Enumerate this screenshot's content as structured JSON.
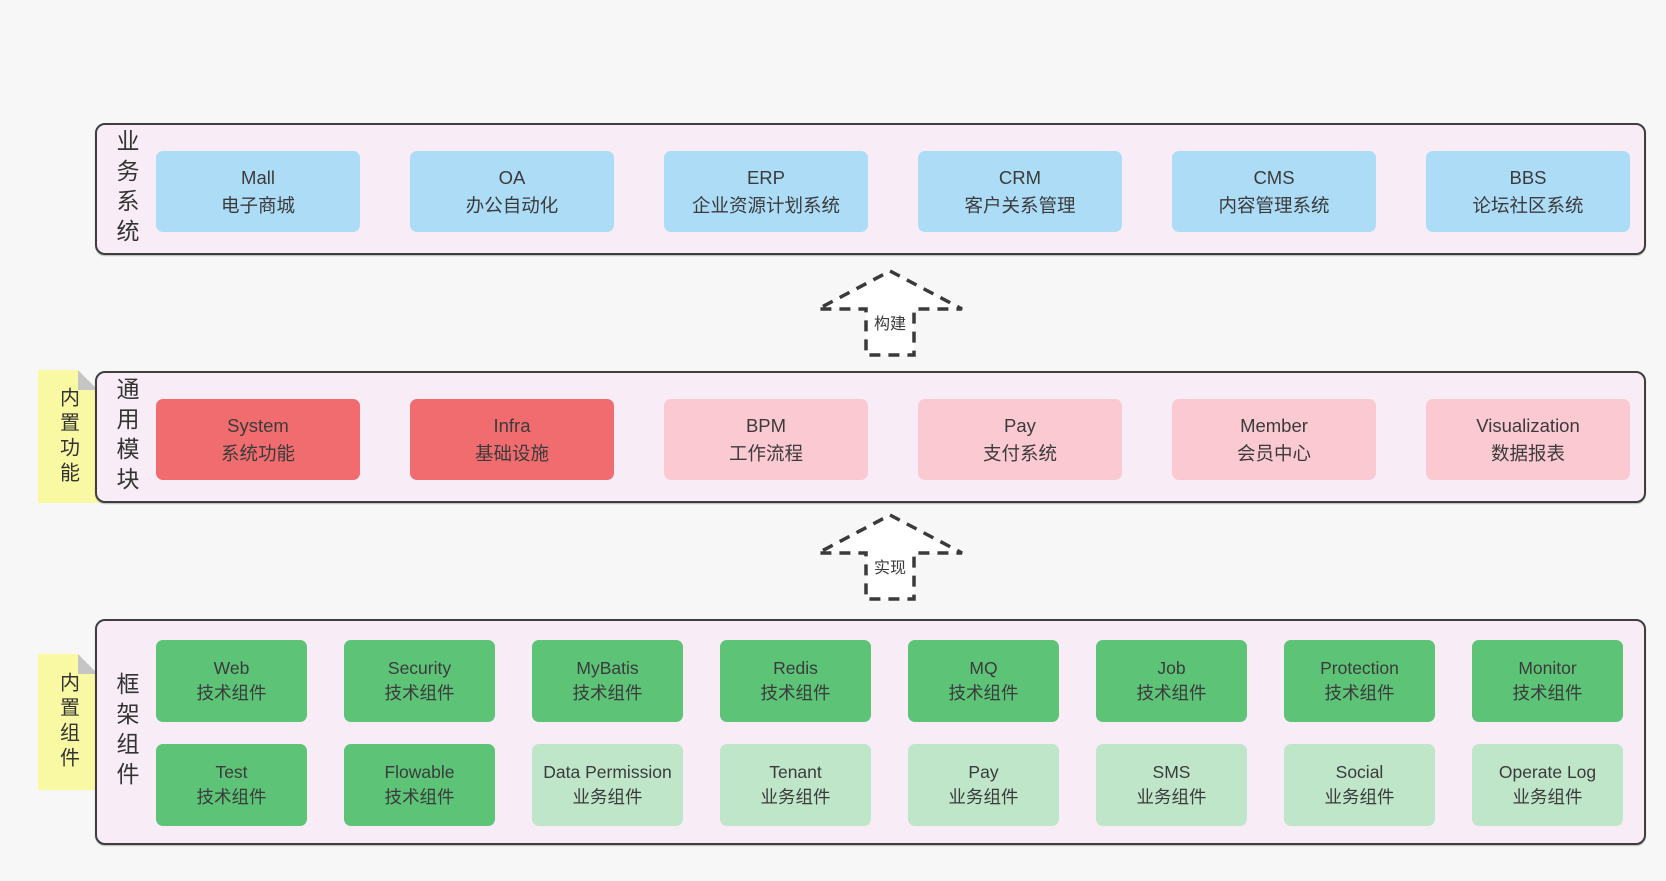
{
  "colors": {
    "page_bg": "#f7f7f7",
    "panel_bg": "#f8edf6",
    "panel_border": "#3e3e3e",
    "box_blue": "#addcf7",
    "box_red": "#f16c6e",
    "box_pink": "#fbc9d2",
    "box_green": "#5cc377",
    "box_light_green": "#bfe6c8",
    "note_yellow": "#faf9a3",
    "text": "#3b3b3b"
  },
  "rows": [
    {
      "label": "业务系统",
      "boxes": [
        {
          "name": "Mall",
          "desc": "电子商城"
        },
        {
          "name": "OA",
          "desc": "办公自动化"
        },
        {
          "name": "ERP",
          "desc": "企业资源计划系统"
        },
        {
          "name": "CRM",
          "desc": "客户关系管理"
        },
        {
          "name": "CMS",
          "desc": "内容管理系统"
        },
        {
          "name": "BBS",
          "desc": "论坛社区系统"
        }
      ]
    },
    {
      "label": "通用模块",
      "note": "内置功能",
      "boxes": [
        {
          "name": "System",
          "desc": "系统功能"
        },
        {
          "name": "Infra",
          "desc": "基础设施"
        },
        {
          "name": "BPM",
          "desc": "工作流程"
        },
        {
          "name": "Pay",
          "desc": "支付系统"
        },
        {
          "name": "Member",
          "desc": "会员中心"
        },
        {
          "name": "Visualization",
          "desc": "数据报表"
        }
      ]
    },
    {
      "label": "框架组件",
      "note": "内置组件",
      "boxes_top": [
        {
          "name": "Web",
          "desc": "技术组件"
        },
        {
          "name": "Security",
          "desc": "技术组件"
        },
        {
          "name": "MyBatis",
          "desc": "技术组件"
        },
        {
          "name": "Redis",
          "desc": "技术组件"
        },
        {
          "name": "MQ",
          "desc": "技术组件"
        },
        {
          "name": "Job",
          "desc": "技术组件"
        },
        {
          "name": "Protection",
          "desc": "技术组件"
        },
        {
          "name": "Monitor",
          "desc": "技术组件"
        }
      ],
      "boxes_bottom": [
        {
          "name": "Test",
          "desc": "技术组件"
        },
        {
          "name": "Flowable",
          "desc": "技术组件"
        },
        {
          "name": "Data Permission",
          "desc": "业务组件"
        },
        {
          "name": "Tenant",
          "desc": "业务组件"
        },
        {
          "name": "Pay",
          "desc": "业务组件"
        },
        {
          "name": "SMS",
          "desc": "业务组件"
        },
        {
          "name": "Social",
          "desc": "业务组件"
        },
        {
          "name": "Operate Log",
          "desc": "业务组件"
        }
      ]
    }
  ],
  "arrows": [
    {
      "label": "构建"
    },
    {
      "label": "实现"
    }
  ]
}
